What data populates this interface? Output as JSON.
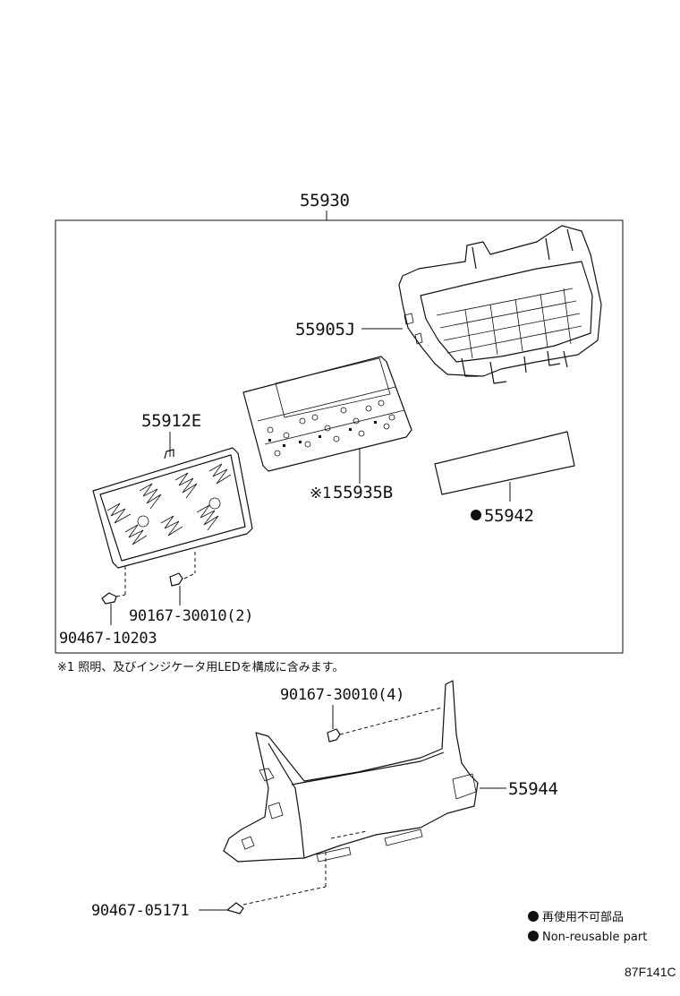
{
  "parts": {
    "assembly": "55930",
    "panel": "55905J",
    "holder": "55912E",
    "board": "55935B",
    "board_mark": "※1",
    "film": "55942",
    "screw_left": "90167-30010(2)",
    "clip_left": "90467-10203",
    "screw_lower": "90167-30010(4)",
    "lower_panel": "55944",
    "clip_lower": "90467-05171"
  },
  "note": "※1 照明、及びインジケータ用LEDを構成に含みます。",
  "legend": {
    "jp": "再使用不可部品",
    "en": "Non-reusable part"
  },
  "diagram_code": "87F141C"
}
